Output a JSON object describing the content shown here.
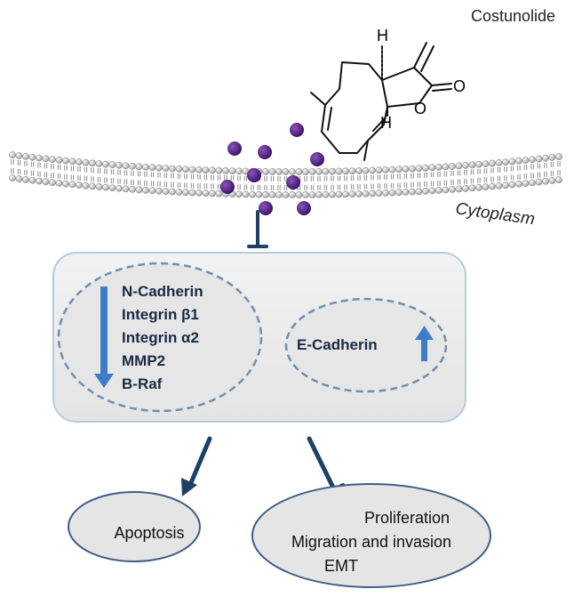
{
  "compound": {
    "name": "Costunolide",
    "atom_labels": [
      "H",
      "H",
      "O",
      "O"
    ]
  },
  "membrane": {
    "label": "Cytoplasm"
  },
  "cell_box": {
    "downregulated": [
      "N-Cadherin",
      "Integrin β1",
      "Integrin α2",
      "MMP2",
      "B-Raf"
    ],
    "upregulated": [
      "E-Cadherin"
    ]
  },
  "outcomes": {
    "apoptosis": "Apoptosis",
    "inhibited": [
      "Proliferation",
      "Migration and invasion",
      "EMT"
    ]
  },
  "colors": {
    "arrow_blue": "#3d7cc9",
    "dark_navy": "#1f3f66",
    "box_fill": "#ececec",
    "box_border": "#b7cbe0",
    "dashed_border": "#6f8fb0",
    "ellipse_fill": "#e5e5e5",
    "ellipse_border": "#3f5f86",
    "molecule_dot": "#4b1a7a",
    "membrane_gray": "#9a9a9a"
  }
}
